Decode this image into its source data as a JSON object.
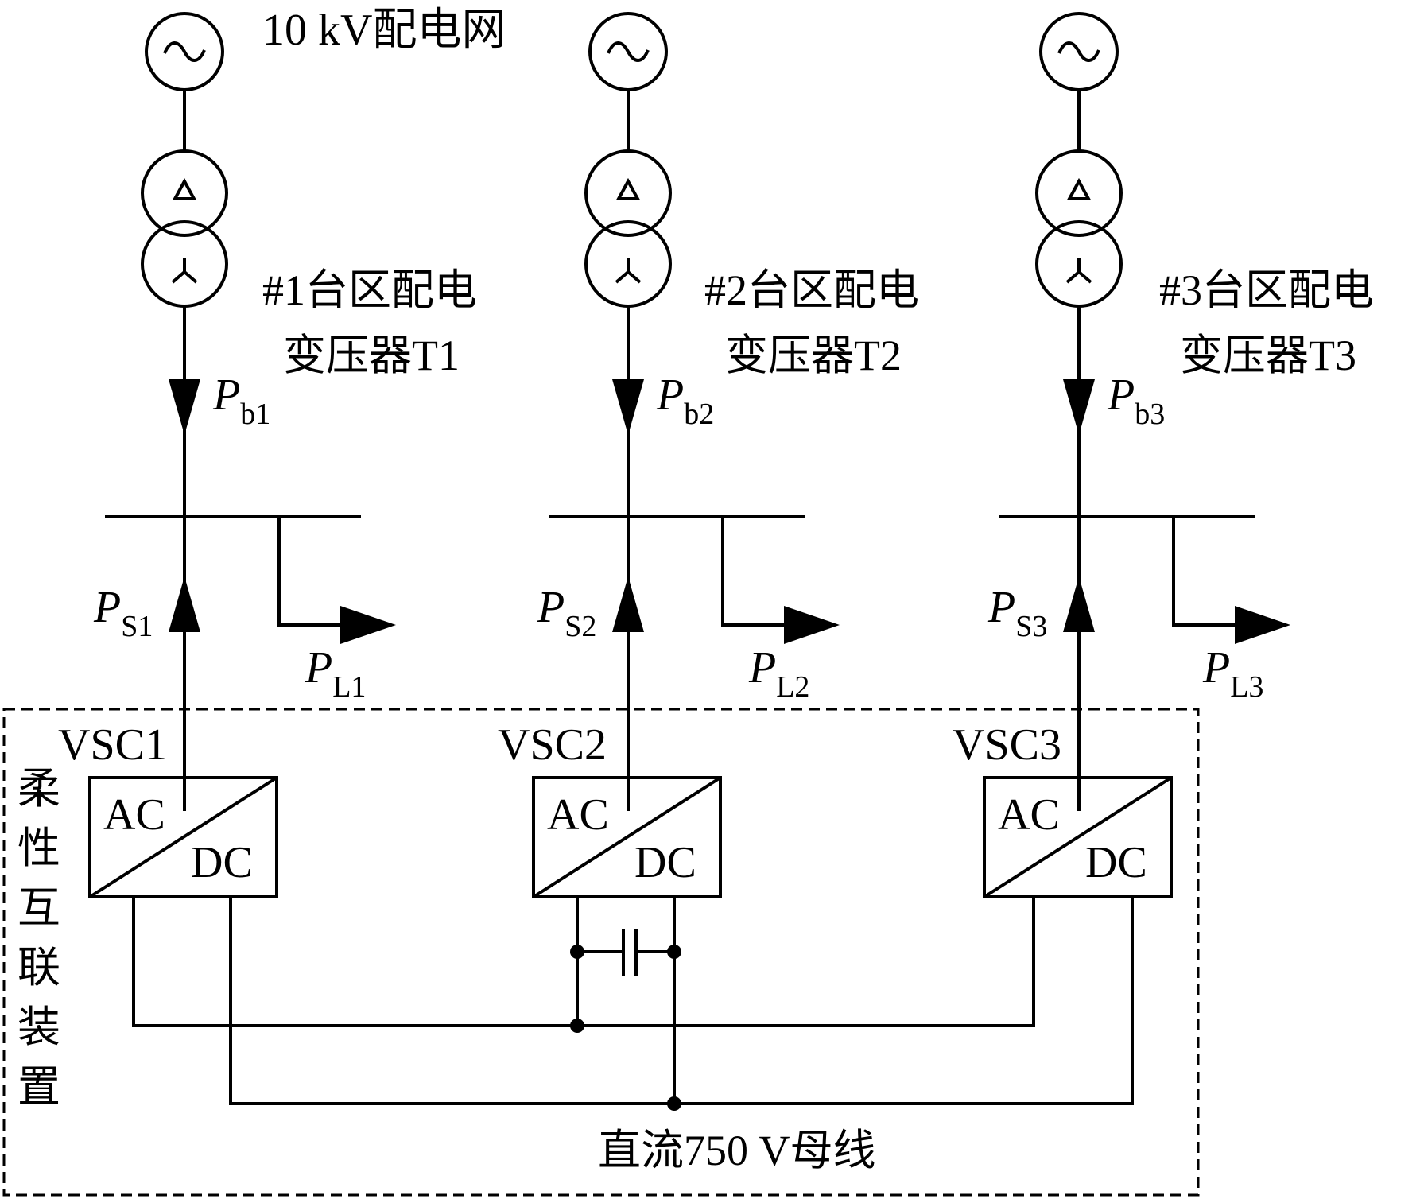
{
  "grid_label": "10 kV配电网",
  "flexible_device_label": [
    "柔",
    "性",
    "互",
    "联",
    "装",
    "置"
  ],
  "dc_bus_label": "直流750 V母线",
  "converter_text": {
    "ac": "AC",
    "dc": "DC"
  },
  "branches": [
    {
      "transformer_line1": "#1台区配电",
      "transformer_line2": "变压器T1",
      "pb": {
        "main": "P",
        "sub": "b1"
      },
      "ps": {
        "main": "P",
        "sub": "S1"
      },
      "pl": {
        "main": "P",
        "sub": "L1"
      },
      "vsc": "VSC1"
    },
    {
      "transformer_line1": "#2台区配电",
      "transformer_line2": "变压器T2",
      "pb": {
        "main": "P",
        "sub": "b2"
      },
      "ps": {
        "main": "P",
        "sub": "S2"
      },
      "pl": {
        "main": "P",
        "sub": "L2"
      },
      "vsc": "VSC2"
    },
    {
      "transformer_line1": "#3台区配电",
      "transformer_line2": "变压器T3",
      "pb": {
        "main": "P",
        "sub": "b3"
      },
      "ps": {
        "main": "P",
        "sub": "S3"
      },
      "pl": {
        "main": "P",
        "sub": "L3"
      },
      "vsc": "VSC3"
    }
  ]
}
